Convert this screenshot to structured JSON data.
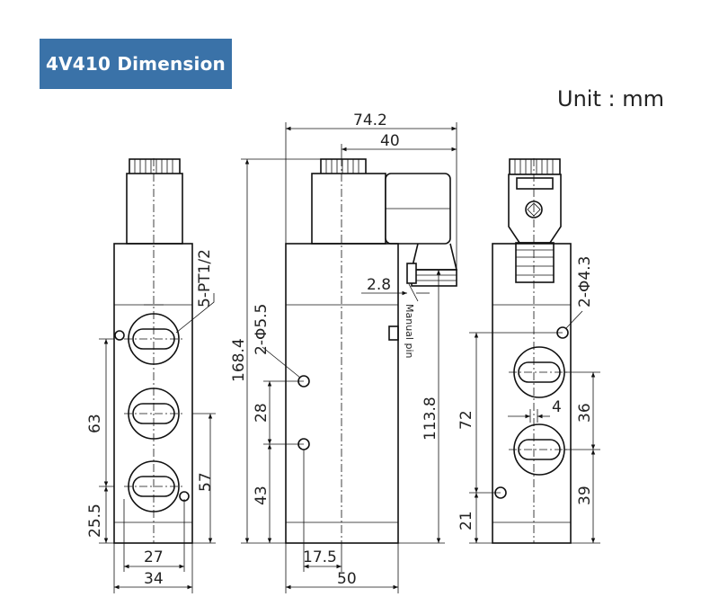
{
  "title": "4V410 Dimension",
  "unit": "Unit : mm",
  "colors": {
    "badge": "#3a72a8",
    "badge_text": "#ffffff",
    "line": "#111111"
  },
  "labels": {
    "port": "5-PT1/2",
    "overall_width": "74.2",
    "coil_width": "40",
    "pin_offset": "2.8",
    "manual_pin": "Manual pin",
    "mount_hole_front": "2-Φ5.5",
    "overall_height": "168.4",
    "body_height": "113.8",
    "hole_pitch": "28",
    "hole_base": "43",
    "front_offset": "17.5",
    "front_width": "50",
    "left_63": "63",
    "left_25_5": "25.5",
    "left_57": "57",
    "left_27": "27",
    "left_34": "34",
    "mount_hole_right": "2-Φ4.3",
    "right_72": "72",
    "right_4": "4",
    "right_36": "36",
    "right_39": "39",
    "right_21": "21"
  }
}
